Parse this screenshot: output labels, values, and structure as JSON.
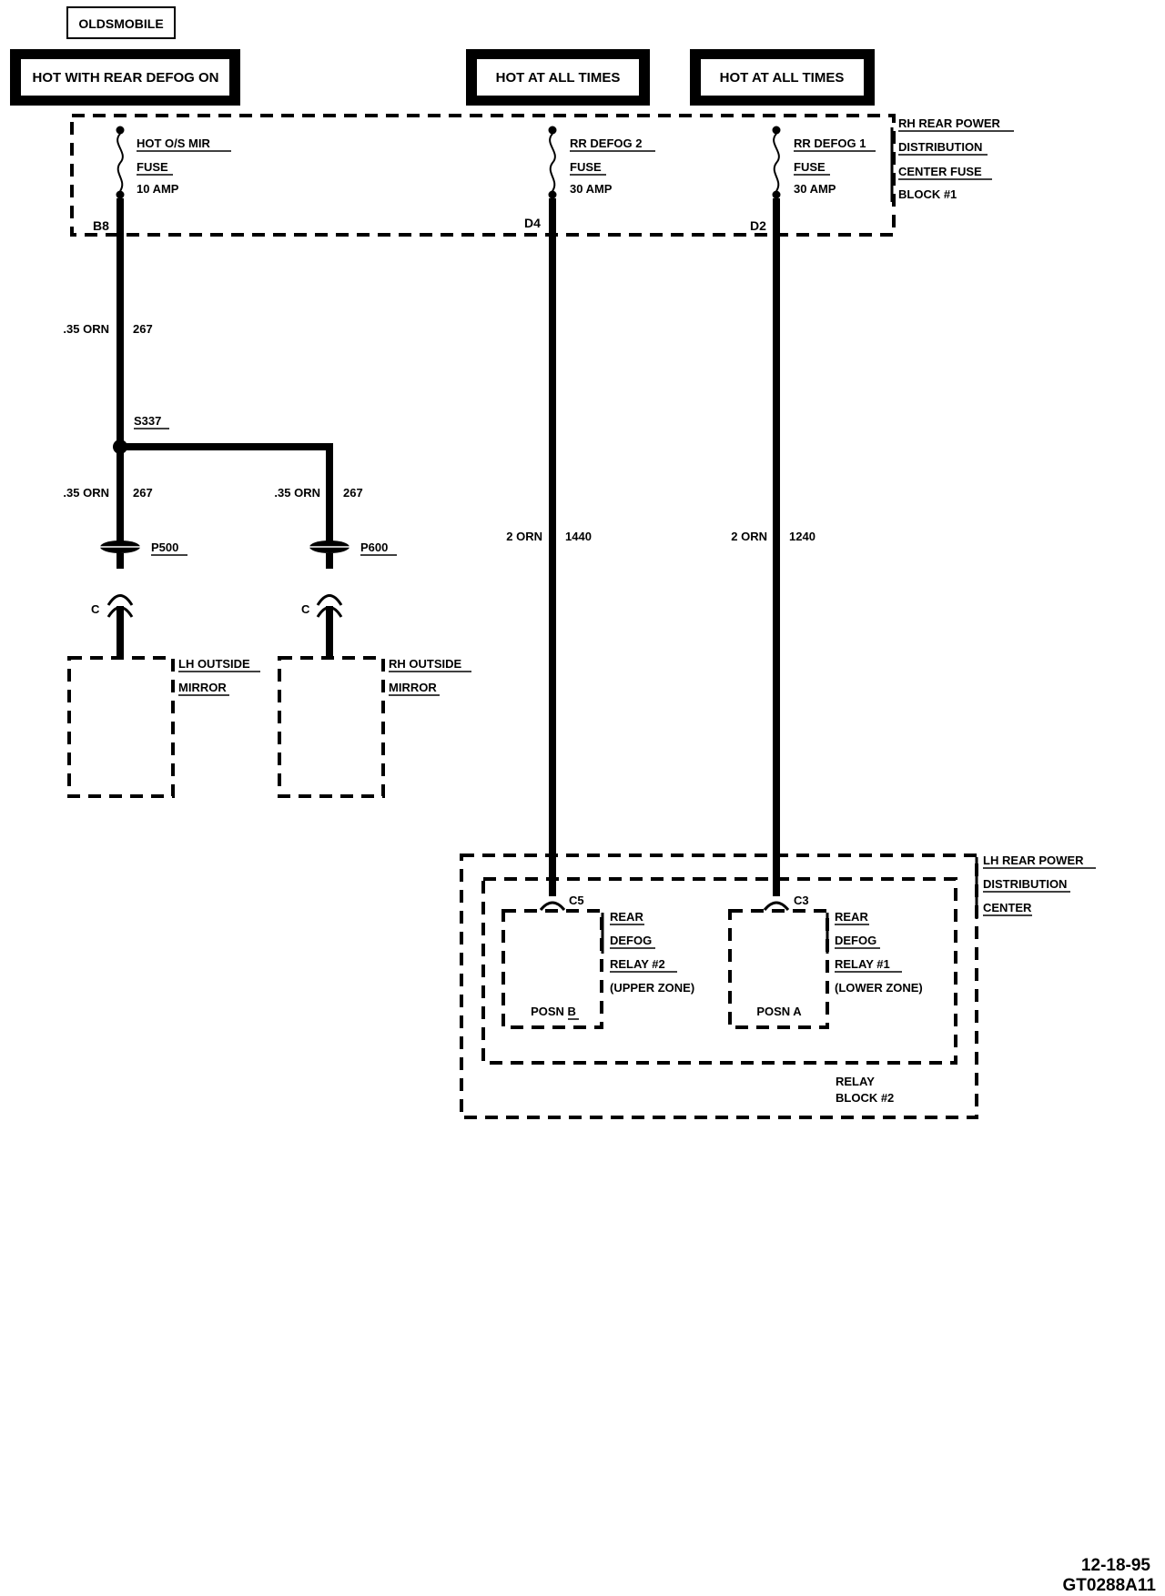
{
  "brand": "OLDSMOBILE",
  "power_labels": {
    "mirror": "HOT WITH REAR DEFOG ON",
    "defog2": "HOT AT ALL TIMES",
    "defog1": "HOT AT ALL TIMES"
  },
  "fuse_block": {
    "name_lines": [
      "RH REAR POWER",
      "DISTRIBUTION",
      "CENTER FUSE",
      "BLOCK #1"
    ]
  },
  "fuses": [
    {
      "name": "HOT O/S MIR",
      "type": "FUSE",
      "rating": "10 AMP",
      "pin": "B8"
    },
    {
      "name": "RR DEFOG 2",
      "type": "FUSE",
      "rating": "30 AMP",
      "pin": "D4"
    },
    {
      "name": "RR DEFOG 1",
      "type": "FUSE",
      "rating": "30 AMP",
      "pin": "D2"
    }
  ],
  "wires": {
    "mirror_feed": {
      "gauge": ".35 ORN",
      "circuit": "267"
    },
    "lh_branch": {
      "gauge": ".35 ORN",
      "circuit": "267"
    },
    "rh_branch": {
      "gauge": ".35 ORN",
      "circuit": "267"
    },
    "defog2": {
      "gauge": "2 ORN",
      "circuit": "1440"
    },
    "defog1": {
      "gauge": "2 ORN",
      "circuit": "1240"
    }
  },
  "splice": "S337",
  "connectors": {
    "lh": "P500",
    "rh": "P600",
    "terminal": "C"
  },
  "mirrors": {
    "lh": [
      "LH OUTSIDE",
      "MIRROR"
    ],
    "rh": [
      "RH OUTSIDE",
      "MIRROR"
    ]
  },
  "relay_center": {
    "name_lines": [
      "LH REAR POWER",
      "DISTRIBUTION",
      "CENTER"
    ],
    "block_lines": [
      "RELAY",
      "BLOCK #2"
    ]
  },
  "relays": [
    {
      "pin": "C5",
      "position": "POSN B",
      "lines": [
        "REAR",
        "DEFOG",
        "RELAY #2",
        "(UPPER ZONE)"
      ]
    },
    {
      "pin": "C3",
      "position": "POSN A",
      "lines": [
        "REAR",
        "DEFOG",
        "RELAY #1",
        "(LOWER ZONE)"
      ]
    }
  ],
  "footer": {
    "date": "12-18-95",
    "code": "GT0288A11"
  }
}
